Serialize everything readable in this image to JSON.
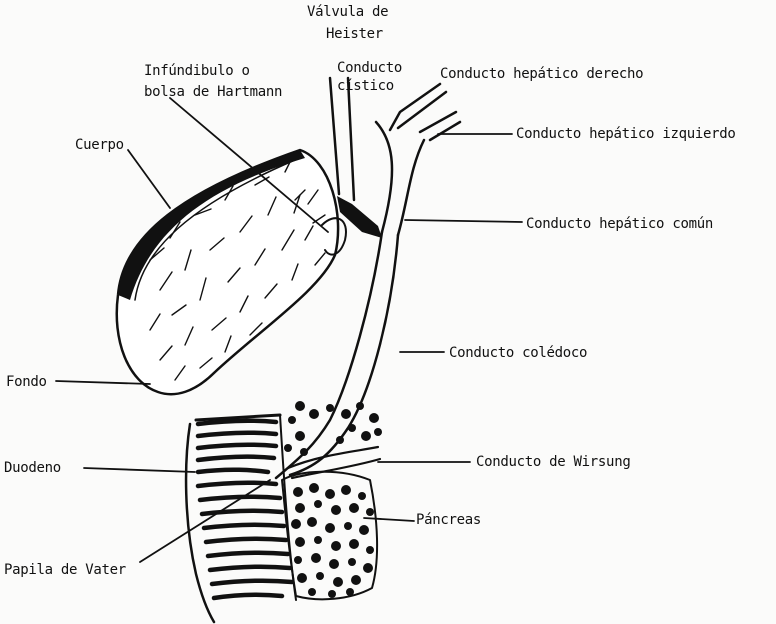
{
  "labels": {
    "valvula_line1": "Válvula de",
    "valvula_line2": "Heister",
    "infundibulo_line1": "Infúndibulo o",
    "infundibulo_line2": "bolsa de Hartmann",
    "cistico_line1": "Conducto",
    "cistico_line2": "cístico",
    "hepatico_derecho": "Conducto hepático derecho",
    "hepatico_izquierdo": "Conducto hepático izquierdo",
    "cuerpo": "Cuerpo",
    "hepatico_comun": "Conducto hepático común",
    "coledoco": "Conducto colédoco",
    "fondo": "Fondo",
    "duodeno": "Duodeno",
    "wirsung": "Conducto de Wirsung",
    "pancreas": "Páncreas",
    "papila": "Papila de Vater"
  },
  "colors": {
    "ink": "#111111",
    "background": "#fbfbfa"
  }
}
